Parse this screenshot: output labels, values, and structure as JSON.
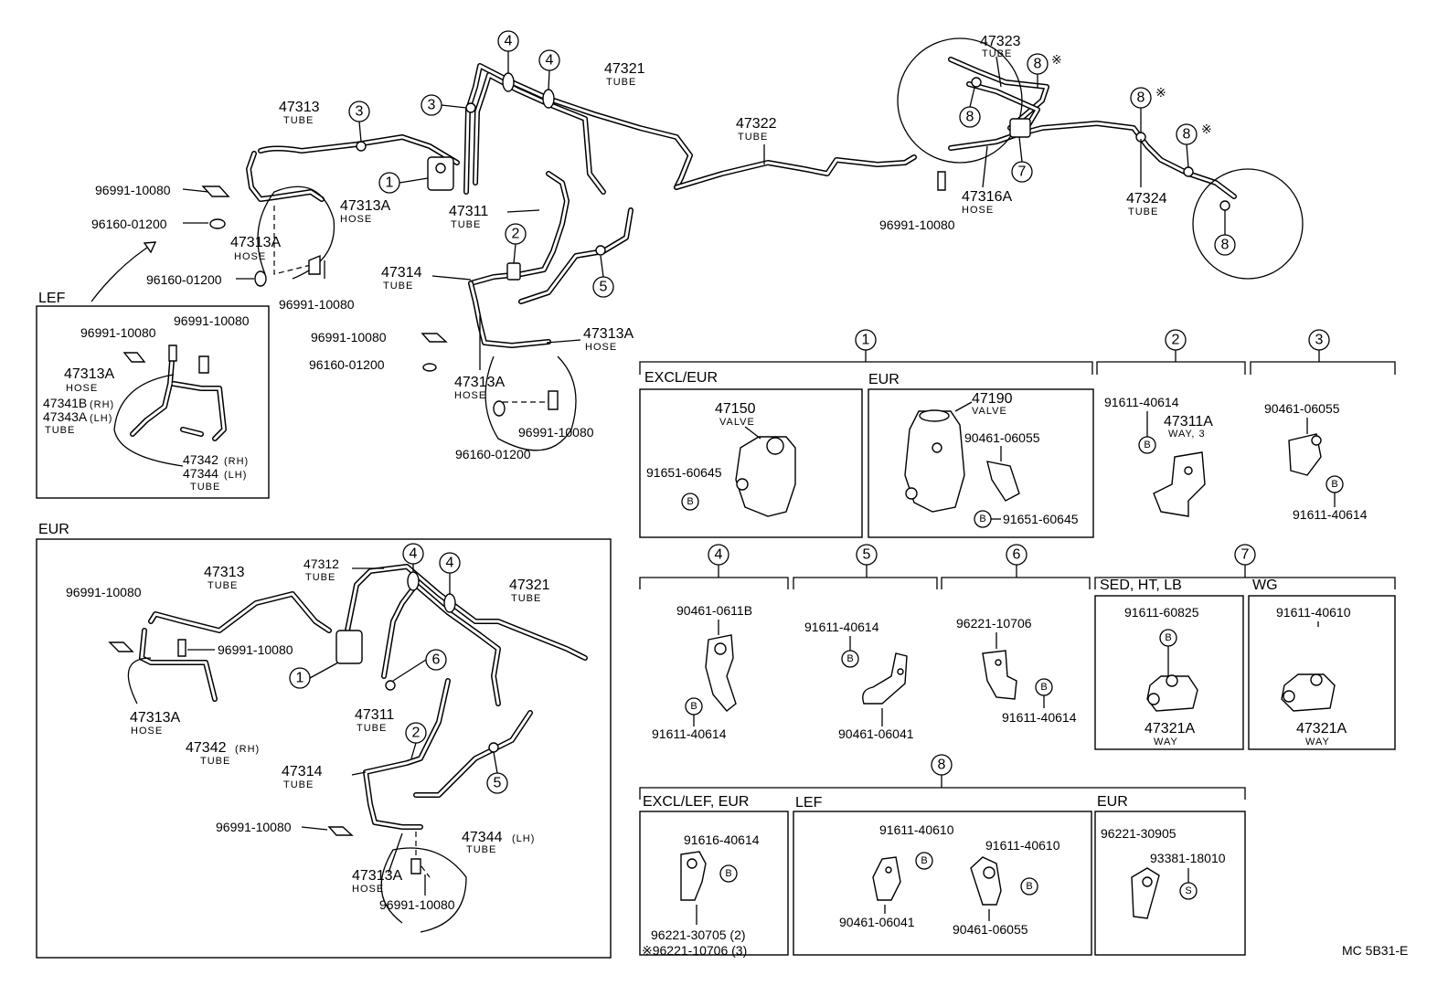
{
  "diagram_code": "MC 5B31-E",
  "sections": {
    "lef": "LEF",
    "eur_lower": "EUR",
    "detail_1_excl": "EXCL/EUR",
    "detail_1_eur": "EUR",
    "detail_7_sed": "SED, HT, LB",
    "detail_7_wg": "WG",
    "detail_8_excl": "EXCL/LEF, EUR",
    "detail_8_lef": "LEF",
    "detail_8_eur": "EUR"
  },
  "callouts": [
    "1",
    "2",
    "3",
    "4",
    "5",
    "6",
    "7",
    "8"
  ],
  "marks": {
    "asterisk": "※",
    "b": "B",
    "s": "S"
  },
  "words": {
    "tube": "TUBE",
    "hose": "HOSE",
    "valve": "VALVE",
    "way": "WAY",
    "way3": "WAY, 3"
  },
  "parts": {
    "p47313": "47313",
    "p47321": "47321",
    "p47322": "47322",
    "p47323": "47323",
    "p47324": "47324",
    "p47311": "47311",
    "p47312": "47312",
    "p47314": "47314",
    "p47313A": "47313A",
    "p47316A": "47316A",
    "p47341B": "47341B",
    "p47343A": "47343A",
    "p47342": "47342",
    "p47344": "47344",
    "p47150": "47150",
    "p47190": "47190",
    "p47311A": "47311A",
    "p47321A": "47321A",
    "c96991": "96991-10080",
    "c96160": "96160-01200",
    "c91611_40614": "91611-40614",
    "c91651": "91651-60645",
    "c90461_06055": "90461-06055",
    "c90461_0611B": "90461-0611B",
    "c90461_06041": "90461-06041",
    "c96221_10706": "96221-10706",
    "c91611_60825": "91611-60825",
    "c91611_40610": "91611-40610",
    "c91616_40614": "91616-40614",
    "c96221_30705": "96221-30705 (2)",
    "c96221_10706_3": "※96221-10706 (3)",
    "c96221_30905": "96221-30905",
    "c93381": "93381-18010",
    "rh": "(RH)",
    "lh": "(LH)"
  }
}
